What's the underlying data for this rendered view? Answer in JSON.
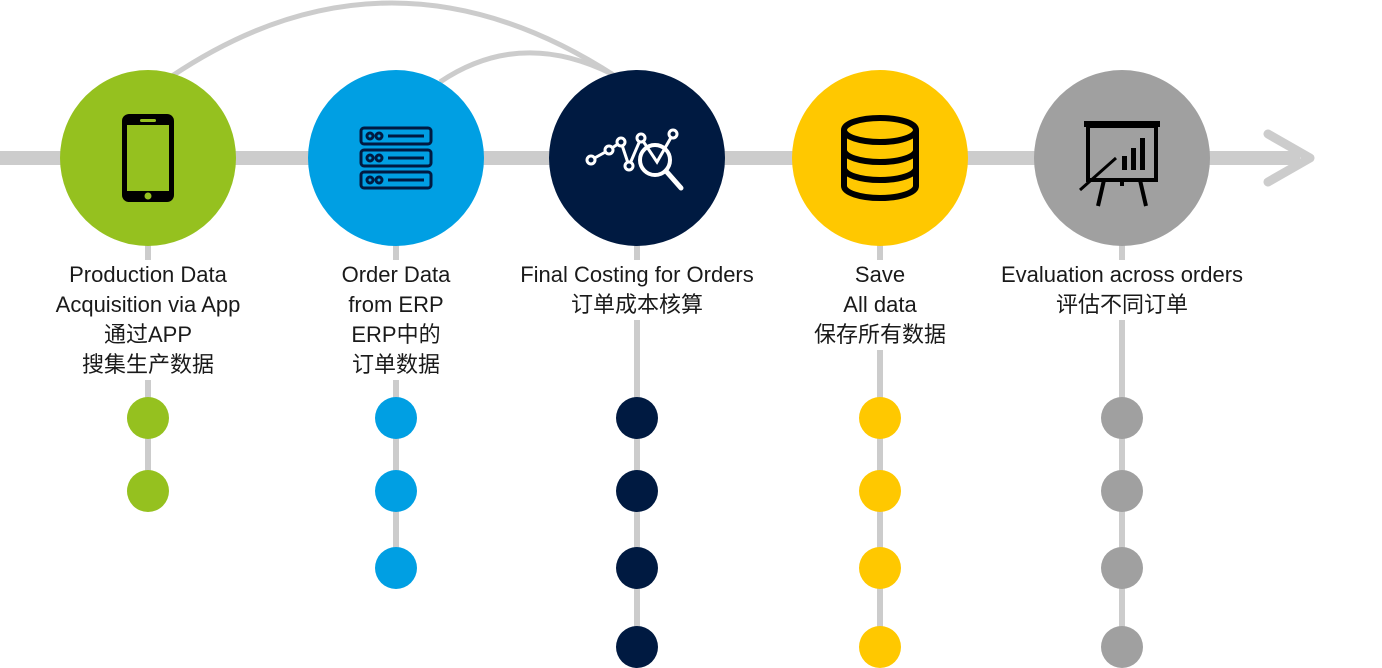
{
  "steps": [
    {
      "id": "app",
      "color": "#95c11f",
      "icon": "smartphone-icon",
      "label_lines": [
        "Production Data",
        "Acquisition via App",
        "通过APP",
        "搜集生产数据"
      ],
      "dot_count": 2
    },
    {
      "id": "erp",
      "color": "#009fe3",
      "icon": "server-stack-icon",
      "label_lines": [
        "Order Data",
        "from ERP",
        "ERP中的",
        "订单数据"
      ],
      "dot_count": 3
    },
    {
      "id": "costing",
      "color": "#001a41",
      "icon": "analytics-magnifier-icon",
      "label_lines": [
        "Final Costing for Orders",
        "订单成本核算"
      ],
      "dot_count": 4
    },
    {
      "id": "save",
      "color": "#ffc800",
      "icon": "database-icon",
      "label_lines": [
        "Save",
        "All data",
        "保存所有数据"
      ],
      "dot_count": 4
    },
    {
      "id": "evaluation",
      "color": "#a0a0a0",
      "icon": "presentation-board-icon",
      "label_lines": [
        "Evaluation across orders",
        "评估不同订单"
      ],
      "dot_count": 4
    }
  ],
  "line_color": "#cccccc"
}
